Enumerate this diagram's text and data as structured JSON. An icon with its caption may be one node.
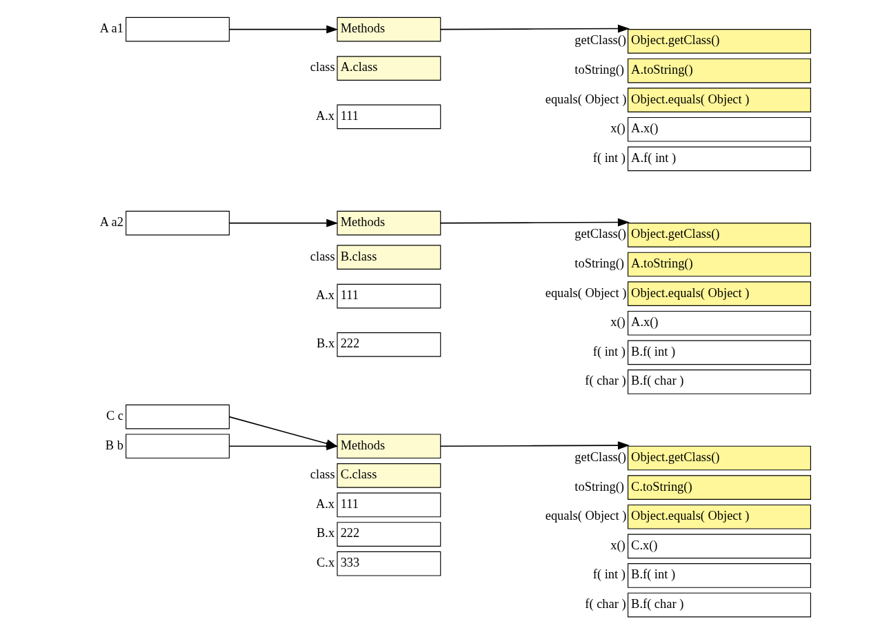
{
  "diagram": {
    "nodes": [
      {
        "text": [],
        "shape": "box",
        "beside": [
          "A a1"
        ]
      },
      {
        "text": [
          "Methods"
        ]
      },
      {
        "text": [
          "A.class"
        ],
        "beside": [
          "class"
        ]
      },
      {
        "text": [
          "111"
        ],
        "beside": [
          "A.x"
        ]
      },
      {
        "text": [
          "Object.getClass()"
        ],
        "beside": [
          "getClass()"
        ]
      },
      {
        "text": [
          "A.toString()"
        ],
        "beside": [
          "toString()"
        ]
      },
      {
        "text": [
          "Object.equals( Object )"
        ],
        "beside": [
          "equals( Object )"
        ]
      },
      {
        "text": [
          "A.x()"
        ],
        "beside": [
          "x()"
        ]
      },
      {
        "text": [
          "A.f( int )"
        ],
        "beside": [
          "f( int )"
        ]
      },
      {
        "text": [],
        "shape": "box",
        "beside": [
          "A a2"
        ]
      },
      {
        "text": [
          "Methods"
        ]
      },
      {
        "text": [
          "B.class"
        ],
        "beside": [
          "class"
        ]
      },
      {
        "text": [
          "111"
        ],
        "beside": [
          "A.x"
        ]
      },
      {
        "text": [
          "222"
        ],
        "beside": [
          "B.x"
        ]
      },
      {
        "text": [
          "Object.getClass()"
        ],
        "beside": [
          "getClass()"
        ]
      },
      {
        "text": [
          "A.toString()"
        ],
        "beside": [
          "toString()"
        ]
      },
      {
        "text": [
          "Object.equals( Object )"
        ],
        "beside": [
          "equals( Object )"
        ]
      },
      {
        "text": [
          "A.x()"
        ],
        "beside": [
          "x()"
        ]
      },
      {
        "text": [
          "B.f( int )"
        ],
        "beside": [
          "f( int )"
        ]
      },
      {
        "text": [
          "B.f( char )"
        ],
        "beside": [
          "f( char )"
        ]
      },
      {
        "text": [],
        "shape": "box",
        "beside": [
          "C c"
        ]
      },
      {
        "text": [],
        "shape": "box",
        "beside": [
          "B b"
        ]
      },
      {
        "text": [
          "Methods"
        ]
      },
      {
        "text": [
          "C.class"
        ],
        "beside": [
          "class"
        ]
      },
      {
        "text": [
          "111"
        ],
        "beside": [
          "A.x"
        ]
      },
      {
        "text": [
          "222"
        ],
        "beside": [
          "B.x"
        ]
      },
      {
        "text": [
          "333"
        ],
        "beside": [
          "C.x"
        ]
      },
      {
        "text": [
          "Object.getClass()"
        ],
        "beside": [
          "getClass()"
        ]
      },
      {
        "text": [
          "C.toString()"
        ],
        "beside": [
          "toString()"
        ]
      },
      {
        "text": [
          "Object.equals( Object )"
        ],
        "beside": [
          "equals( Object )"
        ]
      },
      {
        "text": [
          "C.x()"
        ],
        "beside": [
          "x()"
        ]
      },
      {
        "text": [
          "B.f( int )"
        ],
        "beside": [
          "f( int )"
        ]
      },
      {
        "text": [
          "B.f( char )"
        ],
        "beside": [
          "f( char )"
        ]
      }
    ],
    "edges": [
      {
        "from": 0,
        "to": 1,
        "arrow": "to"
      },
      {
        "from": 1,
        "to": 4,
        "arrow": "to"
      },
      {
        "from": 9,
        "to": 10,
        "arrow": "to"
      },
      {
        "from": 10,
        "to": 14,
        "arrow": "to"
      },
      {
        "from": 20,
        "to": 22,
        "arrow": "to"
      },
      {
        "from": 21,
        "to": 22,
        "arrow": "to"
      },
      {
        "from": 22,
        "to": 27,
        "arrow": "to"
      }
    ]
  }
}
